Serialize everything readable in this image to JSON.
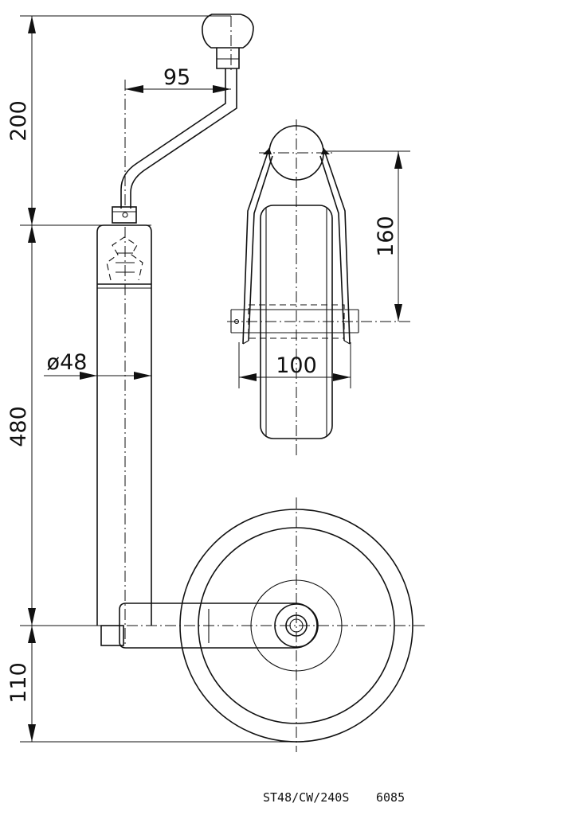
{
  "dimensions": {
    "crank_height": "200",
    "crank_offset": "95",
    "tube_length": "480",
    "tube_diameter": "ø48",
    "wheel_offset": "110",
    "fork_height": "160",
    "wheel_width": "100"
  },
  "reference": {
    "code": "ST48/CW/240S",
    "number": "6085"
  }
}
